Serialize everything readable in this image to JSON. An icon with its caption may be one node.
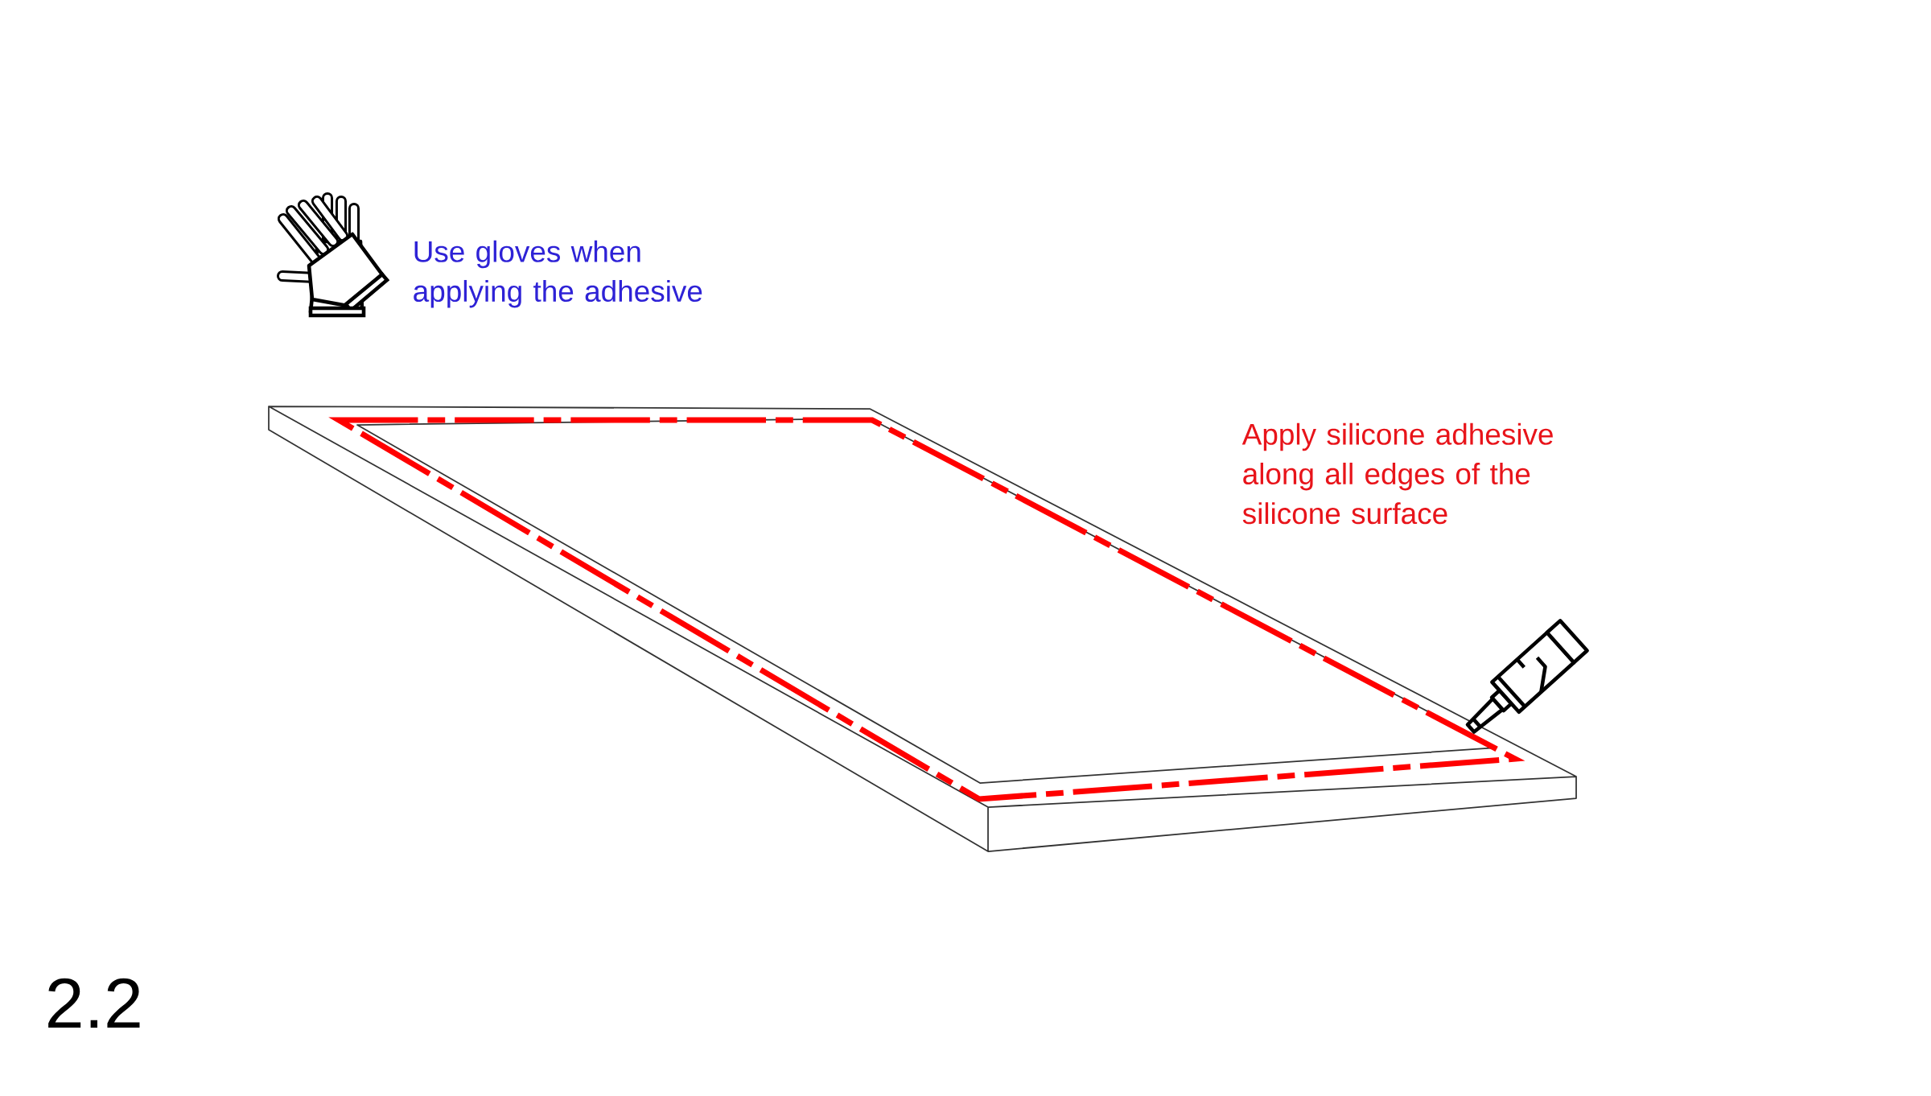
{
  "diagram": {
    "labels": [
      "Use gloves when applying the adhesive",
      "Apply silicone adhesive along all edges of the silicone surface",
      "2.2"
    ]
  }
}
